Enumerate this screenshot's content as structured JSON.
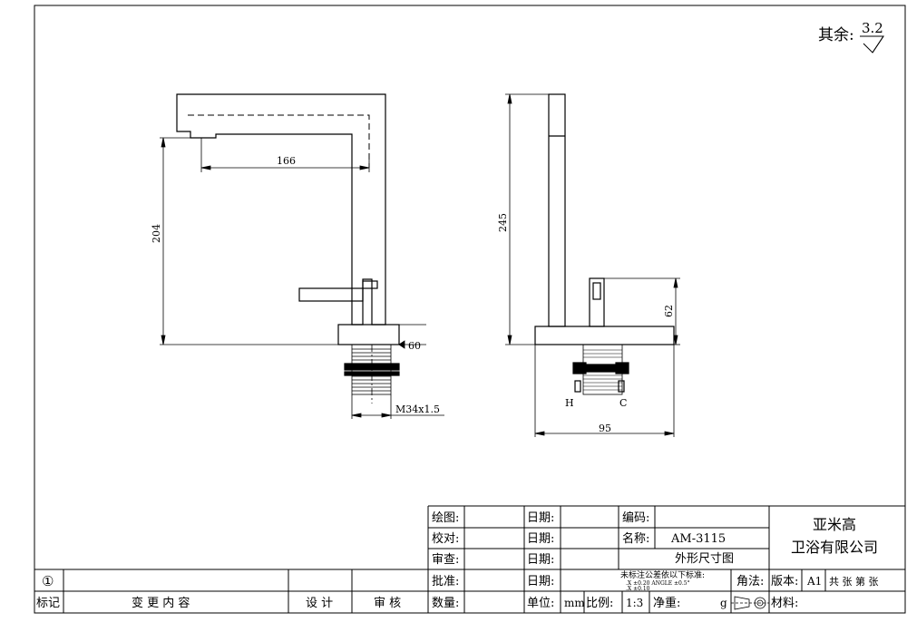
{
  "roughness": {
    "label": "其余:",
    "value": "3.2"
  },
  "dimensions": {
    "d166": "166",
    "d204": "204",
    "d60": "60",
    "thread": "M34x1.5",
    "d245": "245",
    "d62": "62",
    "d95": "95",
    "hot": "H",
    "cold": "C"
  },
  "title_block": {
    "drawn": "绘图:",
    "checked": "校对:",
    "reviewed": "审查:",
    "approved": "批准:",
    "quantity": "数量:",
    "date1": "日期:",
    "date2": "日期:",
    "date3": "日期:",
    "date4": "日期:",
    "unit_label": "单位:",
    "unit_value": "mm",
    "scale_label": "比例:",
    "scale_value": "1:3",
    "weight_label": "净重:",
    "weight_unit": "g",
    "code_label": "编码:",
    "name_label": "名称:",
    "model": "AM-3115",
    "drawing_name": "外形尺寸图",
    "tolerance_note": "未标注公差依以下标准:",
    "tol_line1": ".X  ±0.20  ANGLE ±0.5°",
    "tol_line2": ".X  ±0.10",
    "projection_label": "角法:",
    "edition_label": "版本:",
    "edition_value": "A1",
    "sheets": "共  张 第  张",
    "material_label": "材料:",
    "company_line1": "亚米高",
    "company_line2": "卫浴有限公司"
  },
  "revision_block": {
    "rev_no": "①",
    "mark": "标记",
    "content": "变 更 内 容",
    "design": "设 计",
    "review": "审 核"
  }
}
